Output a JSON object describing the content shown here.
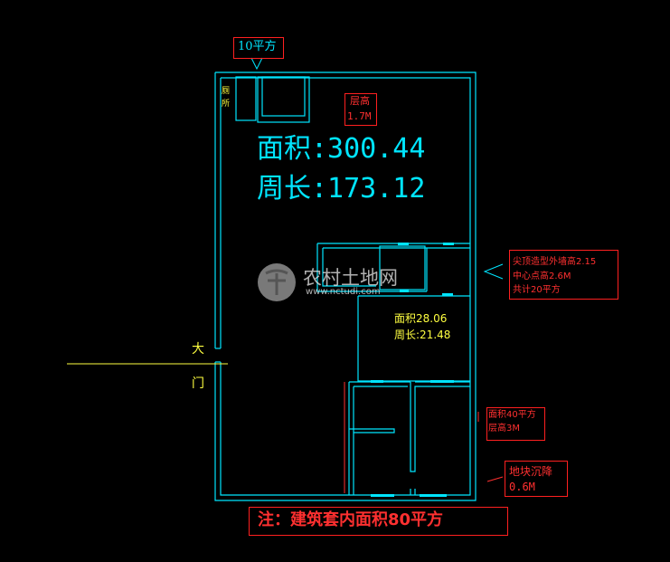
{
  "labels": {
    "top_area": "10平方",
    "toilet": "厕所",
    "height_title": "层高",
    "height_value": "1.7M",
    "area_main": "面积:300.44",
    "perimeter_main": "周长:173.12",
    "gate_top": "大",
    "gate_bottom": "门",
    "room_area": "面积28.06",
    "room_perimeter": "周长:21.48",
    "roof_line1": "尖顶造型外墙高2.15",
    "roof_line2": "中心点高2.6M",
    "roof_line3": "共计20平方",
    "floor_line1": "面积40平方",
    "floor_line2": "层高3M",
    "ground_line1": "地块沉降",
    "ground_line2": "0.6M",
    "note": "注：建筑套内面积80平方"
  },
  "watermark": {
    "name": "农村土地网",
    "url": "www.nctudi.com"
  },
  "colors": {
    "wall": "#00e5ff",
    "dimension_text": "#00e5ff",
    "annotation_yellow": "#ffff40",
    "annotation_red": "#ff3030",
    "background": "#000000"
  }
}
